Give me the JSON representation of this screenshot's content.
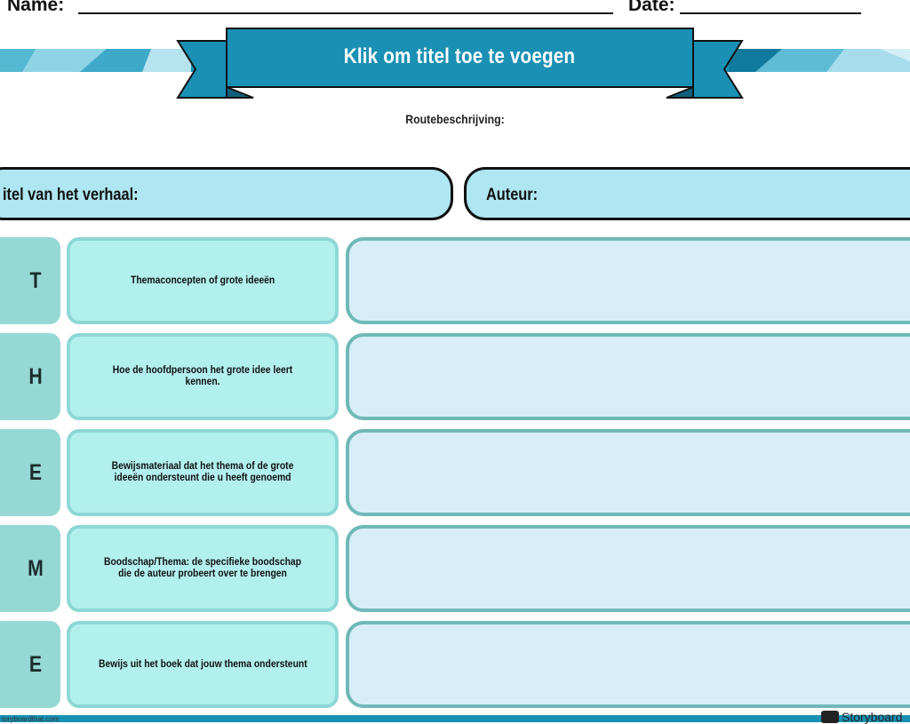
{
  "header": {
    "name_label": "Name:",
    "date_label": "Date:"
  },
  "banner": {
    "title": "Klik om titel toe te voegen"
  },
  "subtitle": "Routebeschrijving:",
  "info": {
    "story_title_label": "itel van het verhaal:",
    "author_label": "Auteur:"
  },
  "rows": [
    {
      "letter": "T",
      "prompt": "Themaconcepten of grote ideeën",
      "answer": ""
    },
    {
      "letter": "H",
      "prompt": "Hoe de hoofdpersoon het grote idee leert kennen.",
      "answer": ""
    },
    {
      "letter": "E",
      "prompt": "Bewijsmateriaal dat het thema of de grote ideeën ondersteunt die u heeft genoemd",
      "answer": ""
    },
    {
      "letter": "M",
      "prompt": "Boodschap/Thema: de specifieke boodschap die de auteur probeert over te brengen",
      "answer": ""
    },
    {
      "letter": "E",
      "prompt": "Bewijs uit het boek dat jouw thema ondersteunt",
      "answer": ""
    }
  ],
  "footer": {
    "url": "toryboardthat.com",
    "brand": "Storyboard"
  },
  "colors": {
    "banner": "#1691b5",
    "banner_dark": "#0f7a9b",
    "pill": "#aee6f1",
    "letter_box": "#96d8d6",
    "prompt_box": "#b2f0ee",
    "answer_box": "#d7eef9"
  },
  "icons": {
    "logo": "storyboard-logo-icon"
  }
}
